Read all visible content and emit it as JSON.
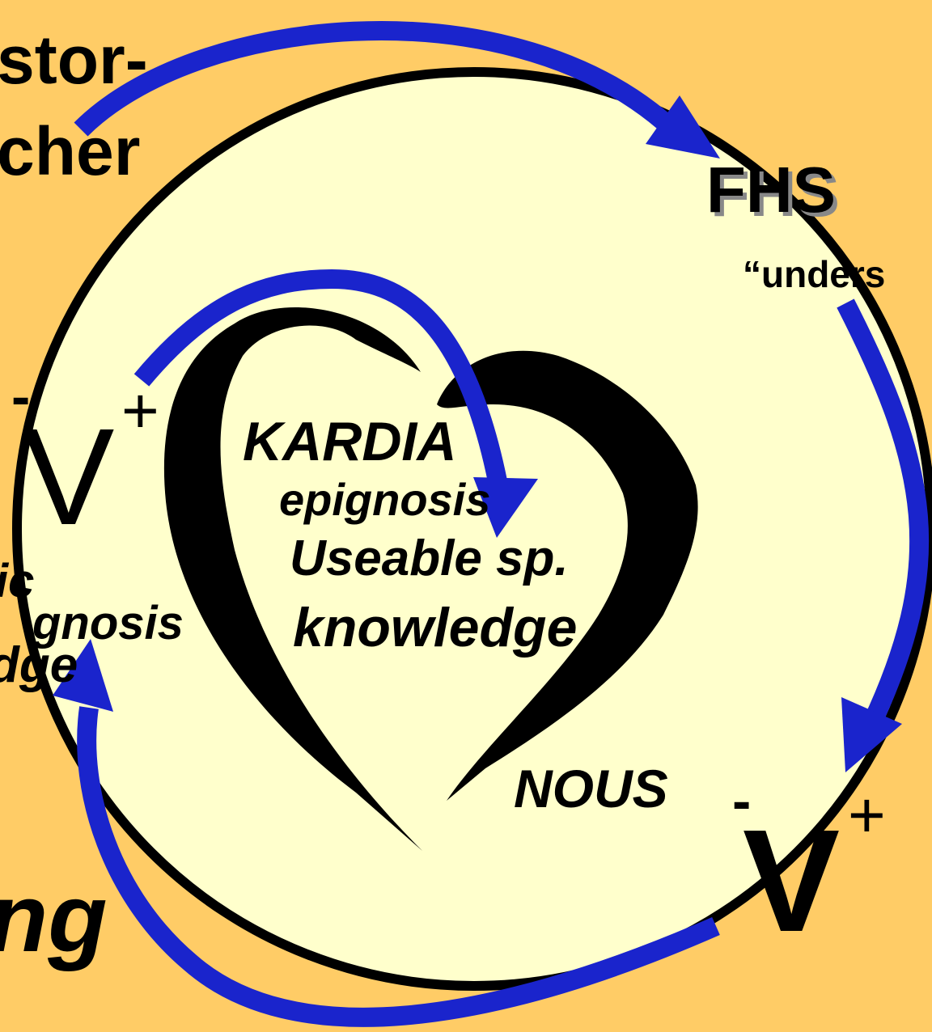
{
  "colors": {
    "background": "#ffcc66",
    "circle_fill": "#ffffcc",
    "circle_stroke": "#000000",
    "arrow": "#1a24cc",
    "heart": "#000000"
  },
  "labels": {
    "top_left_line1": "stor-",
    "top_left_line2": "cher",
    "fhs": "FHS",
    "fhs_sub": "“unders",
    "kardia": "KARDIA",
    "epignosis": "epignosis",
    "useable": "Useable sp.",
    "knowledge": "knowledge",
    "nous": "NOUS",
    "left_ic": "ic",
    "left_gnosis": "gnosis",
    "left_dge": "dge",
    "bottom_left": "ng",
    "left_v": "V",
    "left_plus": "+",
    "left_minus": "-",
    "right_v": "V",
    "right_plus": "+",
    "right_minus": "-"
  }
}
